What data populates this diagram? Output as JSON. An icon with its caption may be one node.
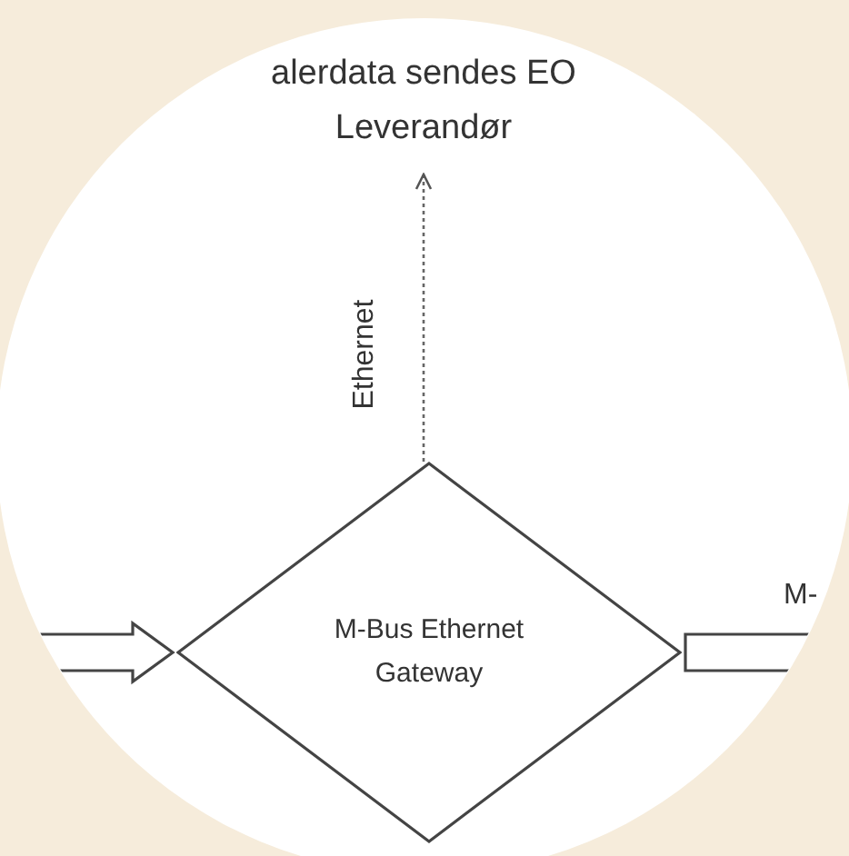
{
  "diagram": {
    "nodes": [
      {
        "text": [
          "alerdata sendes EO Leverandør"
        ]
      },
      {
        "text": [
          "M-Bus Ethernet Gateway"
        ]
      }
    ],
    "edges": [
      {
        "from": 1,
        "to": 0,
        "arrow": "to",
        "label": "Ethernet",
        "style": "dashed"
      },
      {
        "from": null,
        "to": 1,
        "arrow": "to",
        "style": "thick"
      },
      {
        "from": 1,
        "to": null,
        "arrow": "none",
        "label": "M-",
        "style": "thick"
      }
    ]
  }
}
